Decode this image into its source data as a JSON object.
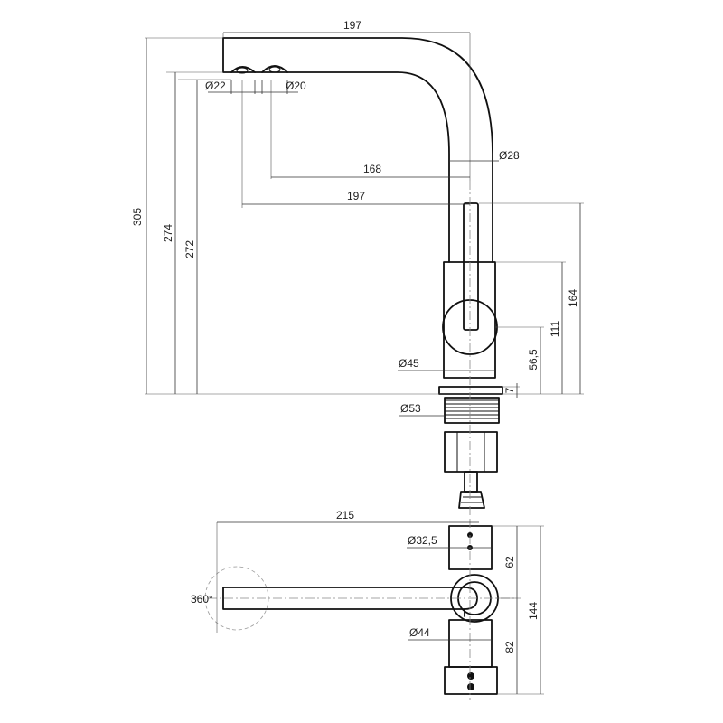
{
  "side_view": {
    "spout_length_top": "197",
    "outlet_dia_a": "Ø22",
    "outlet_dia_b": "Ø20",
    "pipe_dia": "Ø28",
    "reach_168": "168",
    "reach_197": "197",
    "height_305": "305",
    "height_274": "274",
    "height_272": "272",
    "height_164": "164",
    "height_111": "111",
    "height_56_5": "56,5",
    "height_7": "7",
    "body_dia": "Ø45",
    "thread_dia": "Ø53"
  },
  "top_view": {
    "length_215": "215",
    "rotation": "360°",
    "dia_32_5": "Ø32,5",
    "dia_44": "Ø44",
    "depth_62": "62",
    "depth_82": "82",
    "depth_144": "144"
  }
}
